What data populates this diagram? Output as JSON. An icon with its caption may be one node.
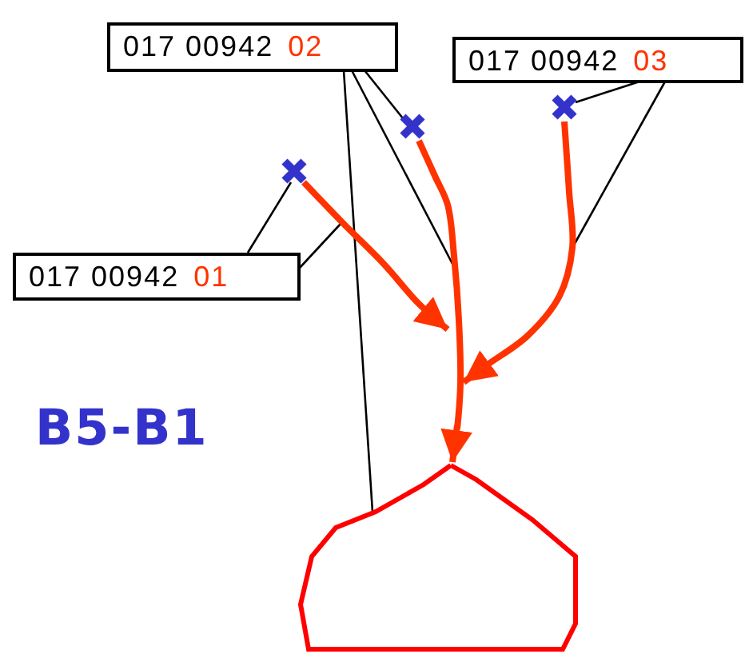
{
  "diagram": {
    "nodes": [
      {
        "text": [
          "017 00942",
          "01"
        ]
      },
      {
        "text": [
          "017 00942",
          "02"
        ]
      },
      {
        "text": [
          "017 00942",
          "03"
        ]
      },
      {
        "text": [],
        "shape": "cross"
      },
      {
        "text": [],
        "shape": "cross"
      },
      {
        "text": [],
        "shape": "cross"
      },
      {
        "text": [],
        "shape": "line"
      },
      {
        "text": [],
        "shape": "loop"
      }
    ],
    "edges": [
      {
        "from": 0,
        "to": 3,
        "arrow": "none"
      },
      {
        "from": 0,
        "to": null,
        "arrow": "none"
      },
      {
        "from": 1,
        "to": 7,
        "arrow": "none"
      },
      {
        "from": 1,
        "to": 6,
        "arrow": "none"
      },
      {
        "from": 1,
        "to": 4,
        "arrow": "none"
      },
      {
        "from": 2,
        "to": 5,
        "arrow": "none"
      },
      {
        "from": 2,
        "to": null,
        "arrow": "none"
      },
      {
        "from": 3,
        "to": 6,
        "arrow": "to",
        "style": "thick",
        "color": "#ff3300"
      },
      {
        "from": 5,
        "to": 6,
        "arrow": "to",
        "style": "thick",
        "color": "#ff3300"
      },
      {
        "from": 6,
        "to": 7,
        "arrow": "to",
        "style": "thick",
        "color": "#ff3300"
      }
    ],
    "labels": [
      "B5-B1"
    ]
  }
}
